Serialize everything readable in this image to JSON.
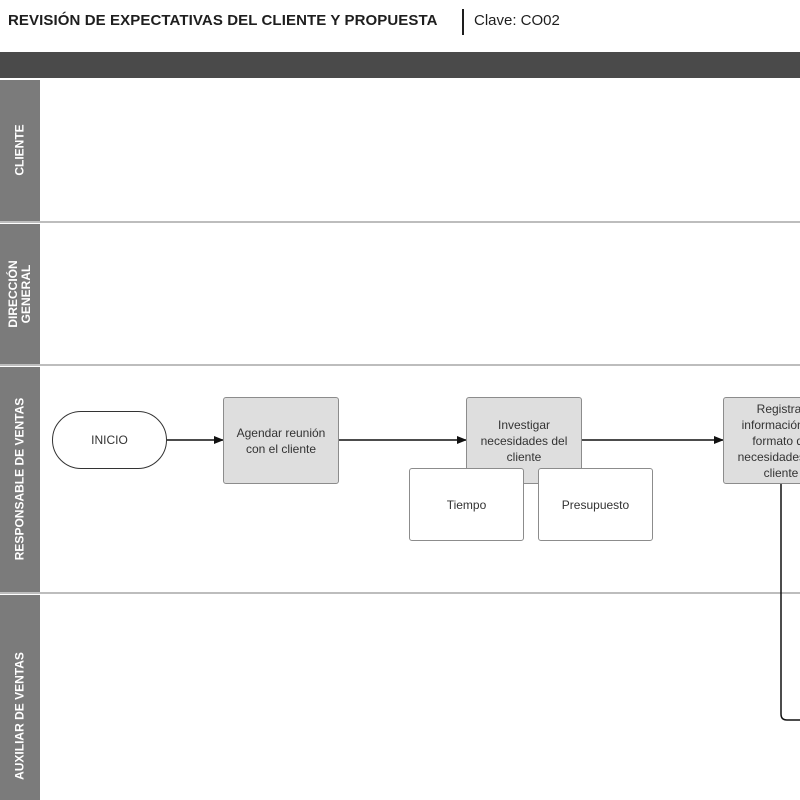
{
  "header": {
    "title": "REVISIÓN DE EXPECTATIVAS DEL CLIENTE Y PROPUESTA",
    "key": "Clave: CO02"
  },
  "lanes": [
    {
      "label_lines": [
        "CLIENTE"
      ]
    },
    {
      "label_lines": [
        "DIRECCIÓN",
        "GENERAL"
      ]
    },
    {
      "label_lines": [
        "RESPONSABLE DE VENTAS"
      ]
    },
    {
      "label_lines": [
        "AUXILIAR DE VENTAS"
      ]
    }
  ],
  "nodes": {
    "start": "INICIO",
    "schedule": "Agendar reunión con el cliente",
    "investigate": "Investigar necesidades del cliente",
    "time": "Tiempo",
    "budget": "Presupuesto",
    "register": "Registrar información en formato de necesidades del cliente"
  },
  "colors": {
    "lane_header": "#7b7b7b",
    "band": "#4a4a4a",
    "process_fill": "#dedede"
  }
}
